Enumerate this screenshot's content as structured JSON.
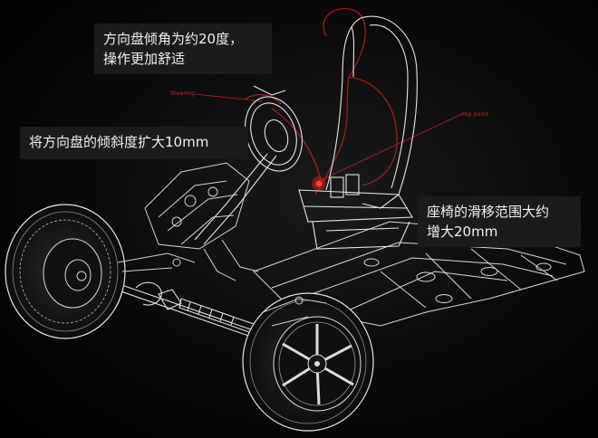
{
  "callouts": {
    "steering_tilt_line1": "方向盘倾角为约20度，",
    "steering_tilt_line2": "操作更加舒适",
    "steering_extend": "将方向盘的倾斜度扩大10mm",
    "seat_slide_line1": "座椅的滑移范围大约",
    "seat_slide_line2": "增大20mm"
  },
  "tags": {
    "steering": "Steering",
    "hip_point": "Hip point"
  },
  "colors": {
    "background": "#000000",
    "line_art": "#e6e6e6",
    "highlight": "#c81e1e",
    "callout_bg": "#1b1b1b"
  }
}
